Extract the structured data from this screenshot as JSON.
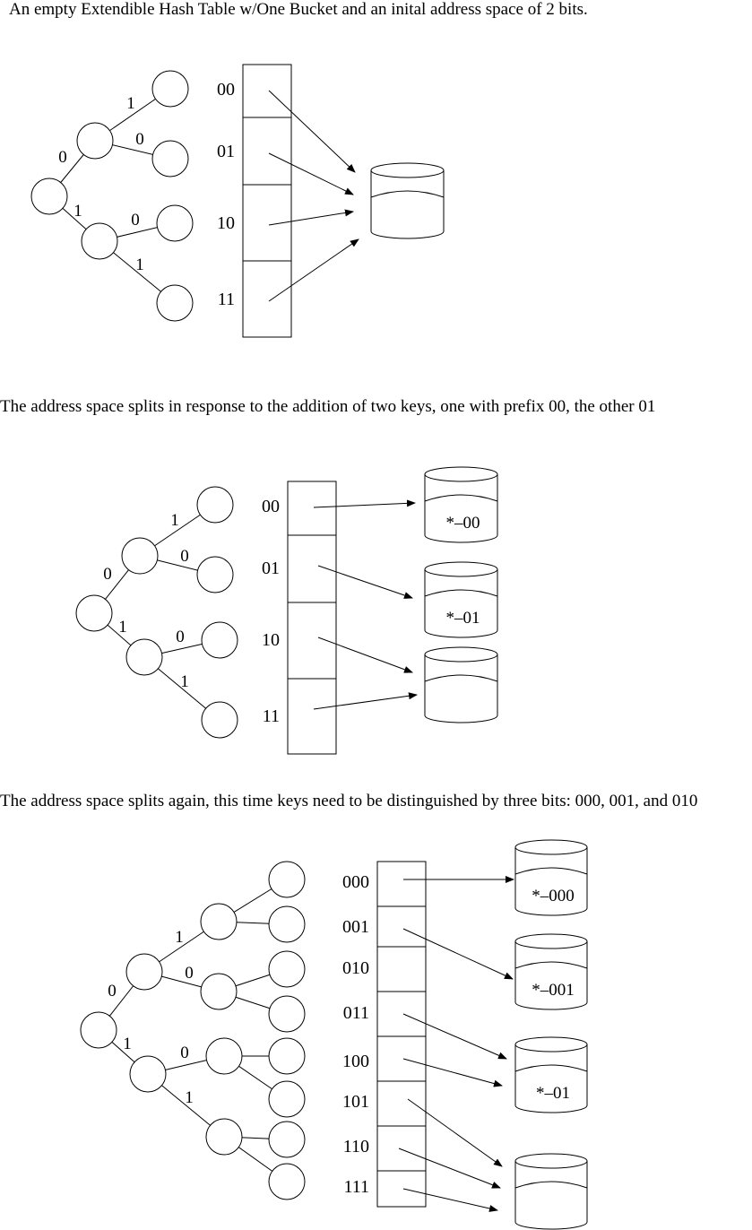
{
  "captions": {
    "section1": "An empty Extendible Hash Table w/One Bucket and an inital address space of 2 bits.",
    "section2": "The address space splits in response to the addition of two keys, one with prefix 00, the other 01",
    "section3": "The address space splits again, this time keys need to be distinguished by three bits: 000, 001, and 010"
  },
  "section1": {
    "edge_labels": [
      "0",
      "1",
      "0",
      "1",
      "0",
      "1"
    ],
    "addresses": [
      "00",
      "01",
      "10",
      "11"
    ],
    "buckets": [
      ""
    ]
  },
  "section2": {
    "edge_labels": [
      "0",
      "1",
      "0",
      "1",
      "0",
      "1"
    ],
    "addresses": [
      "00",
      "01",
      "10",
      "11"
    ],
    "buckets": [
      "*–00",
      "*–01",
      ""
    ]
  },
  "section3": {
    "edge_labels": [
      "0",
      "1",
      "0",
      "1",
      "0",
      "1"
    ],
    "addresses": [
      "000",
      "001",
      "010",
      "011",
      "100",
      "101",
      "110",
      "111"
    ],
    "buckets": [
      "*–000",
      "*–001",
      "*–01",
      ""
    ]
  }
}
